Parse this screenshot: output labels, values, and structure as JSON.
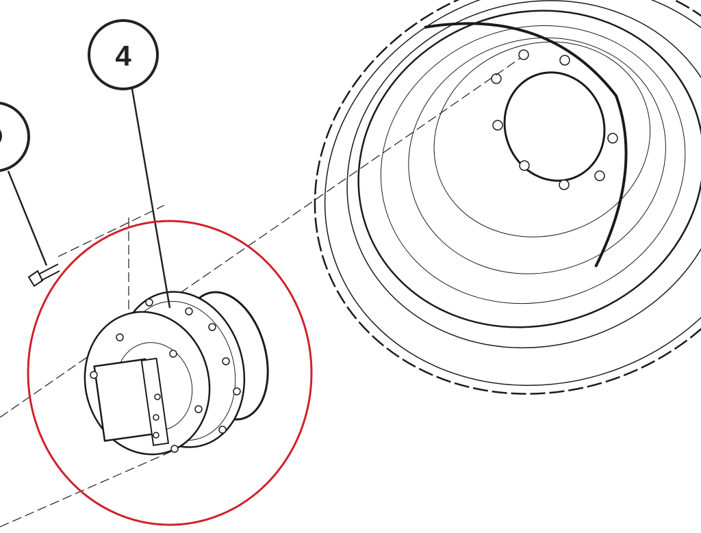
{
  "callouts": [
    {
      "label": "4"
    }
  ],
  "colors": {
    "highlight": "#d0202a",
    "line": "#1a1a1a"
  },
  "parts": [
    "wheel-with-tire",
    "drive-motor",
    "bolt"
  ]
}
